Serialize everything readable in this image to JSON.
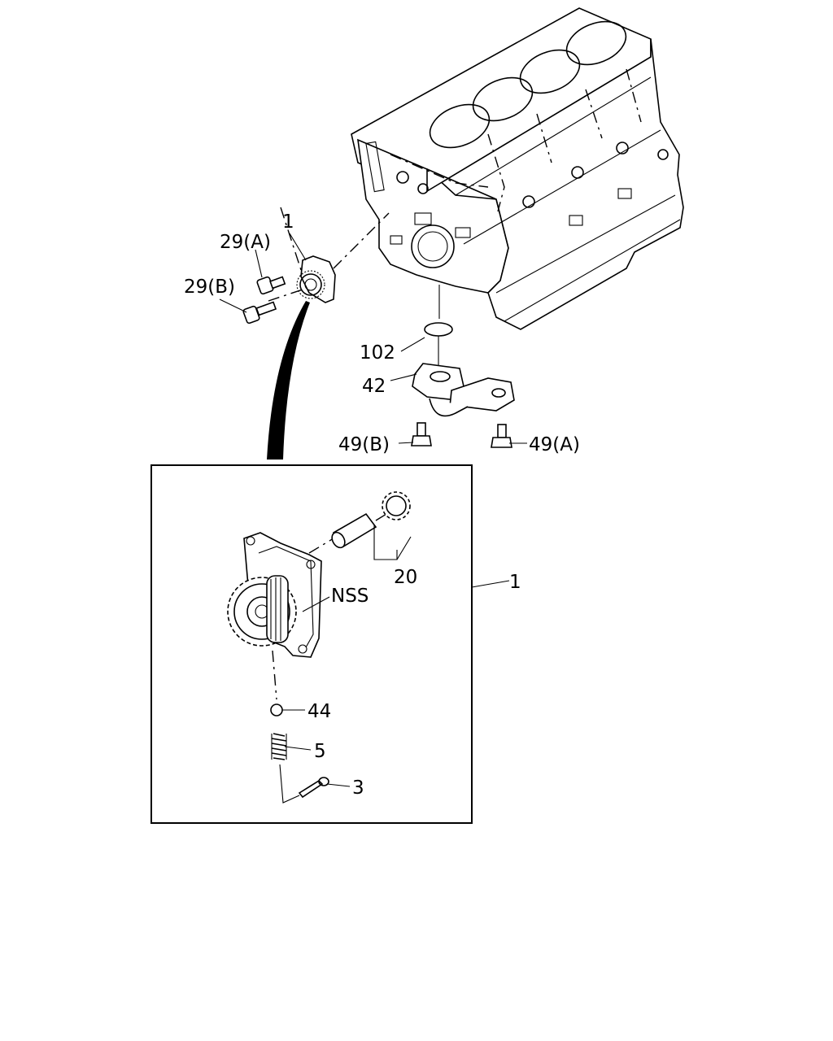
{
  "labels": {
    "pump_top": "1",
    "bolt_29a": "29(A)",
    "bolt_29b": "29(B)",
    "oring_102": "102",
    "strainer_42": "42",
    "bolt_49b": "49(B)",
    "bolt_49a": "49(A)",
    "gear_20": "20",
    "pump_detail": "1",
    "nss": "NSS",
    "ball_44": "44",
    "spring_5": "5",
    "pin_3": "3"
  }
}
